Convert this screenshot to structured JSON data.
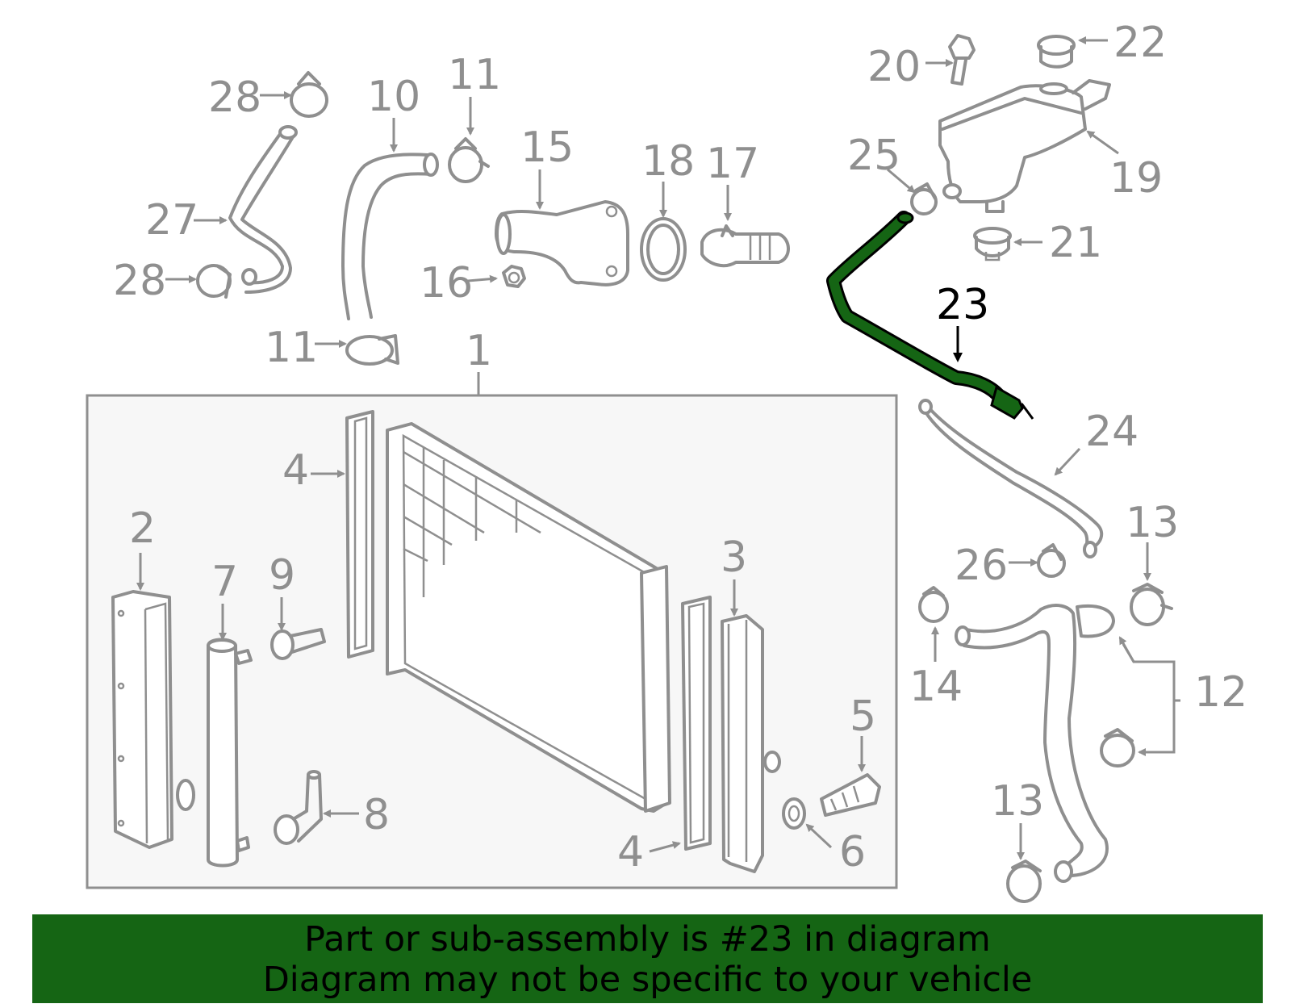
{
  "diagram": {
    "highlight_part": "23",
    "highlight_color": "#156514",
    "part_color": "#8f8f8f",
    "callouts": [
      "28",
      "10",
      "11",
      "15",
      "18",
      "17",
      "20",
      "22",
      "25",
      "19",
      "27",
      "28",
      "16",
      "21",
      "23",
      "11",
      "1",
      "24",
      "4",
      "2",
      "3",
      "7",
      "9",
      "13",
      "26",
      "14",
      "12",
      "5",
      "8",
      "6",
      "4",
      "13"
    ]
  },
  "banner": {
    "line1": "Part or sub-assembly is #23 in diagram",
    "line2": "Diagram may not be specific to your vehicle",
    "background": "#156514"
  }
}
